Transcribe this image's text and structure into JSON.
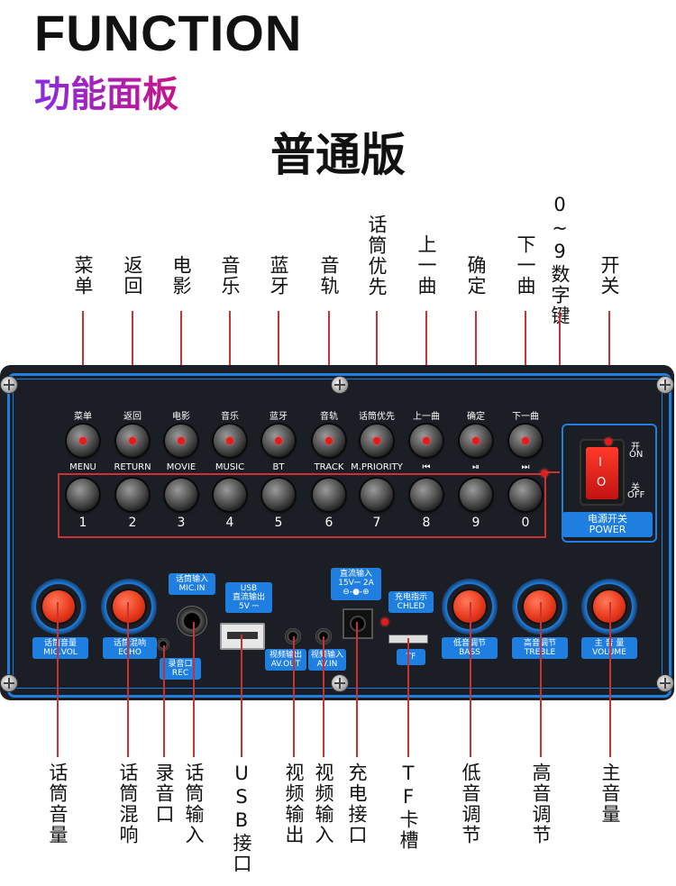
{
  "header": {
    "title_en": "FUNCTION",
    "title_cn": "功能面板",
    "version": "普通版"
  },
  "top_callouts": [
    "菜单",
    "返回",
    "电影",
    "音乐",
    "蓝牙",
    "音轨",
    "话筒优先",
    "上一曲",
    "确定",
    "下一曲",
    "0~9数字键",
    "开关"
  ],
  "bottom_callouts": [
    "话筒音量",
    "话筒混响",
    "录音口",
    "话筒输入",
    "USB接口",
    "视频输出",
    "视频输入",
    "充电接口",
    "TF卡槽",
    "低音调节",
    "高音调节",
    "主音量"
  ],
  "panel": {
    "function_buttons": [
      {
        "cn": "菜单",
        "en": "MENU"
      },
      {
        "cn": "返回",
        "en": "RETURN"
      },
      {
        "cn": "电影",
        "en": "MOVIE"
      },
      {
        "cn": "音乐",
        "en": "MUSIC"
      },
      {
        "cn": "蓝牙",
        "en": "BT"
      },
      {
        "cn": "音轨",
        "en": "TRACK"
      },
      {
        "cn": "话筒优先",
        "en": "M.PRIORITY"
      },
      {
        "cn": "上一曲",
        "en": "⏮"
      },
      {
        "cn": "确定",
        "en": "⏯"
      },
      {
        "cn": "下一曲",
        "en": "⏭"
      }
    ],
    "number_buttons": [
      "1",
      "2",
      "3",
      "4",
      "5",
      "6",
      "7",
      "8",
      "9",
      "0"
    ],
    "power": {
      "on_cn": "开",
      "on_en": "ON",
      "off_cn": "关",
      "off_en": "OFF",
      "label_cn": "电源开关",
      "label_en": "POWER",
      "symbol_on": "I",
      "symbol_off": "O"
    },
    "knobs": [
      {
        "cn": "话筒音量",
        "en": "MIC.VOL"
      },
      {
        "cn": "话筒混响",
        "en": "ECHO"
      },
      {
        "cn": "低音调节",
        "en": "BASS"
      },
      {
        "cn": "高音调节",
        "en": "TREBLE"
      },
      {
        "cn": "主 音 量",
        "en": "VOLUME"
      }
    ],
    "tags": {
      "mic_in_cn": "话筒输入",
      "mic_in_en": "MIC.IN",
      "rec_cn": "录音口",
      "rec_en": "REC",
      "usb_en": "USB",
      "usb_cn": "直流输出",
      "usb_spec": "5V ⎓",
      "av_out_cn": "视频输出",
      "av_out_en": "AV.OUT",
      "av_in_cn": "视频输入",
      "av_in_en": "AV.IN",
      "dc_cn": "直流输入",
      "dc_spec": "15V⎓ 2A",
      "chled_cn": "充电指示",
      "chled_en": "CHLED",
      "tf": "TF"
    }
  },
  "colors": {
    "accent_blue": "#1f7fe0",
    "callout_red": "#c83232",
    "panel_bg": "#1b1e24"
  }
}
